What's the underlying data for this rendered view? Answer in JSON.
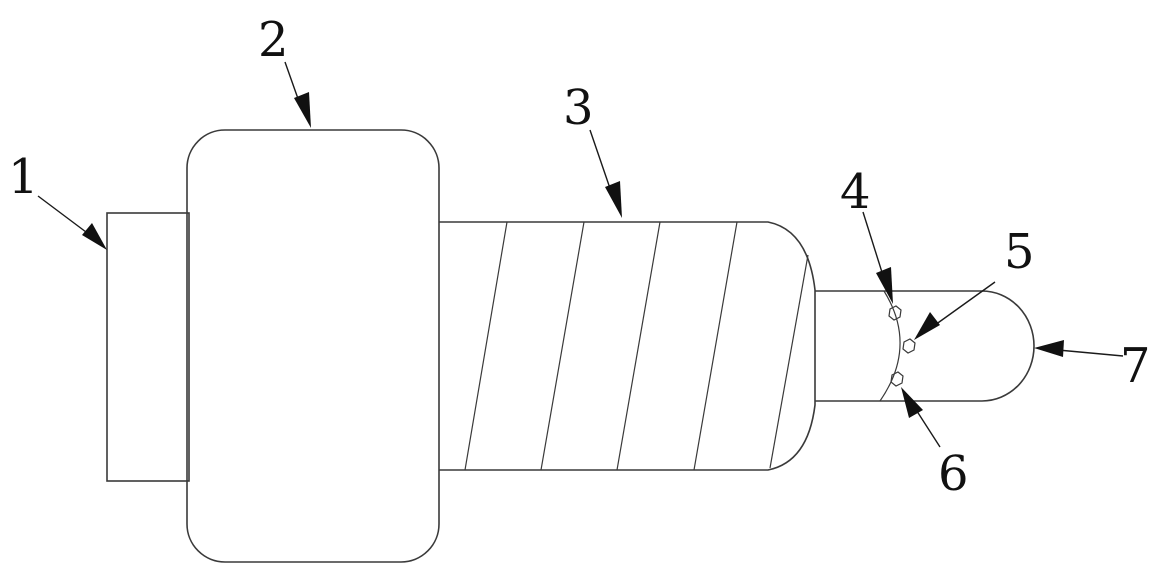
{
  "callouts": {
    "c1": "1",
    "c2": "2",
    "c3": "3",
    "c4": "4",
    "c5": "5",
    "c6": "6",
    "c7": "7"
  },
  "colors": {
    "line": "#3a3a3a",
    "arrow": "#111111",
    "background": "#ffffff"
  }
}
